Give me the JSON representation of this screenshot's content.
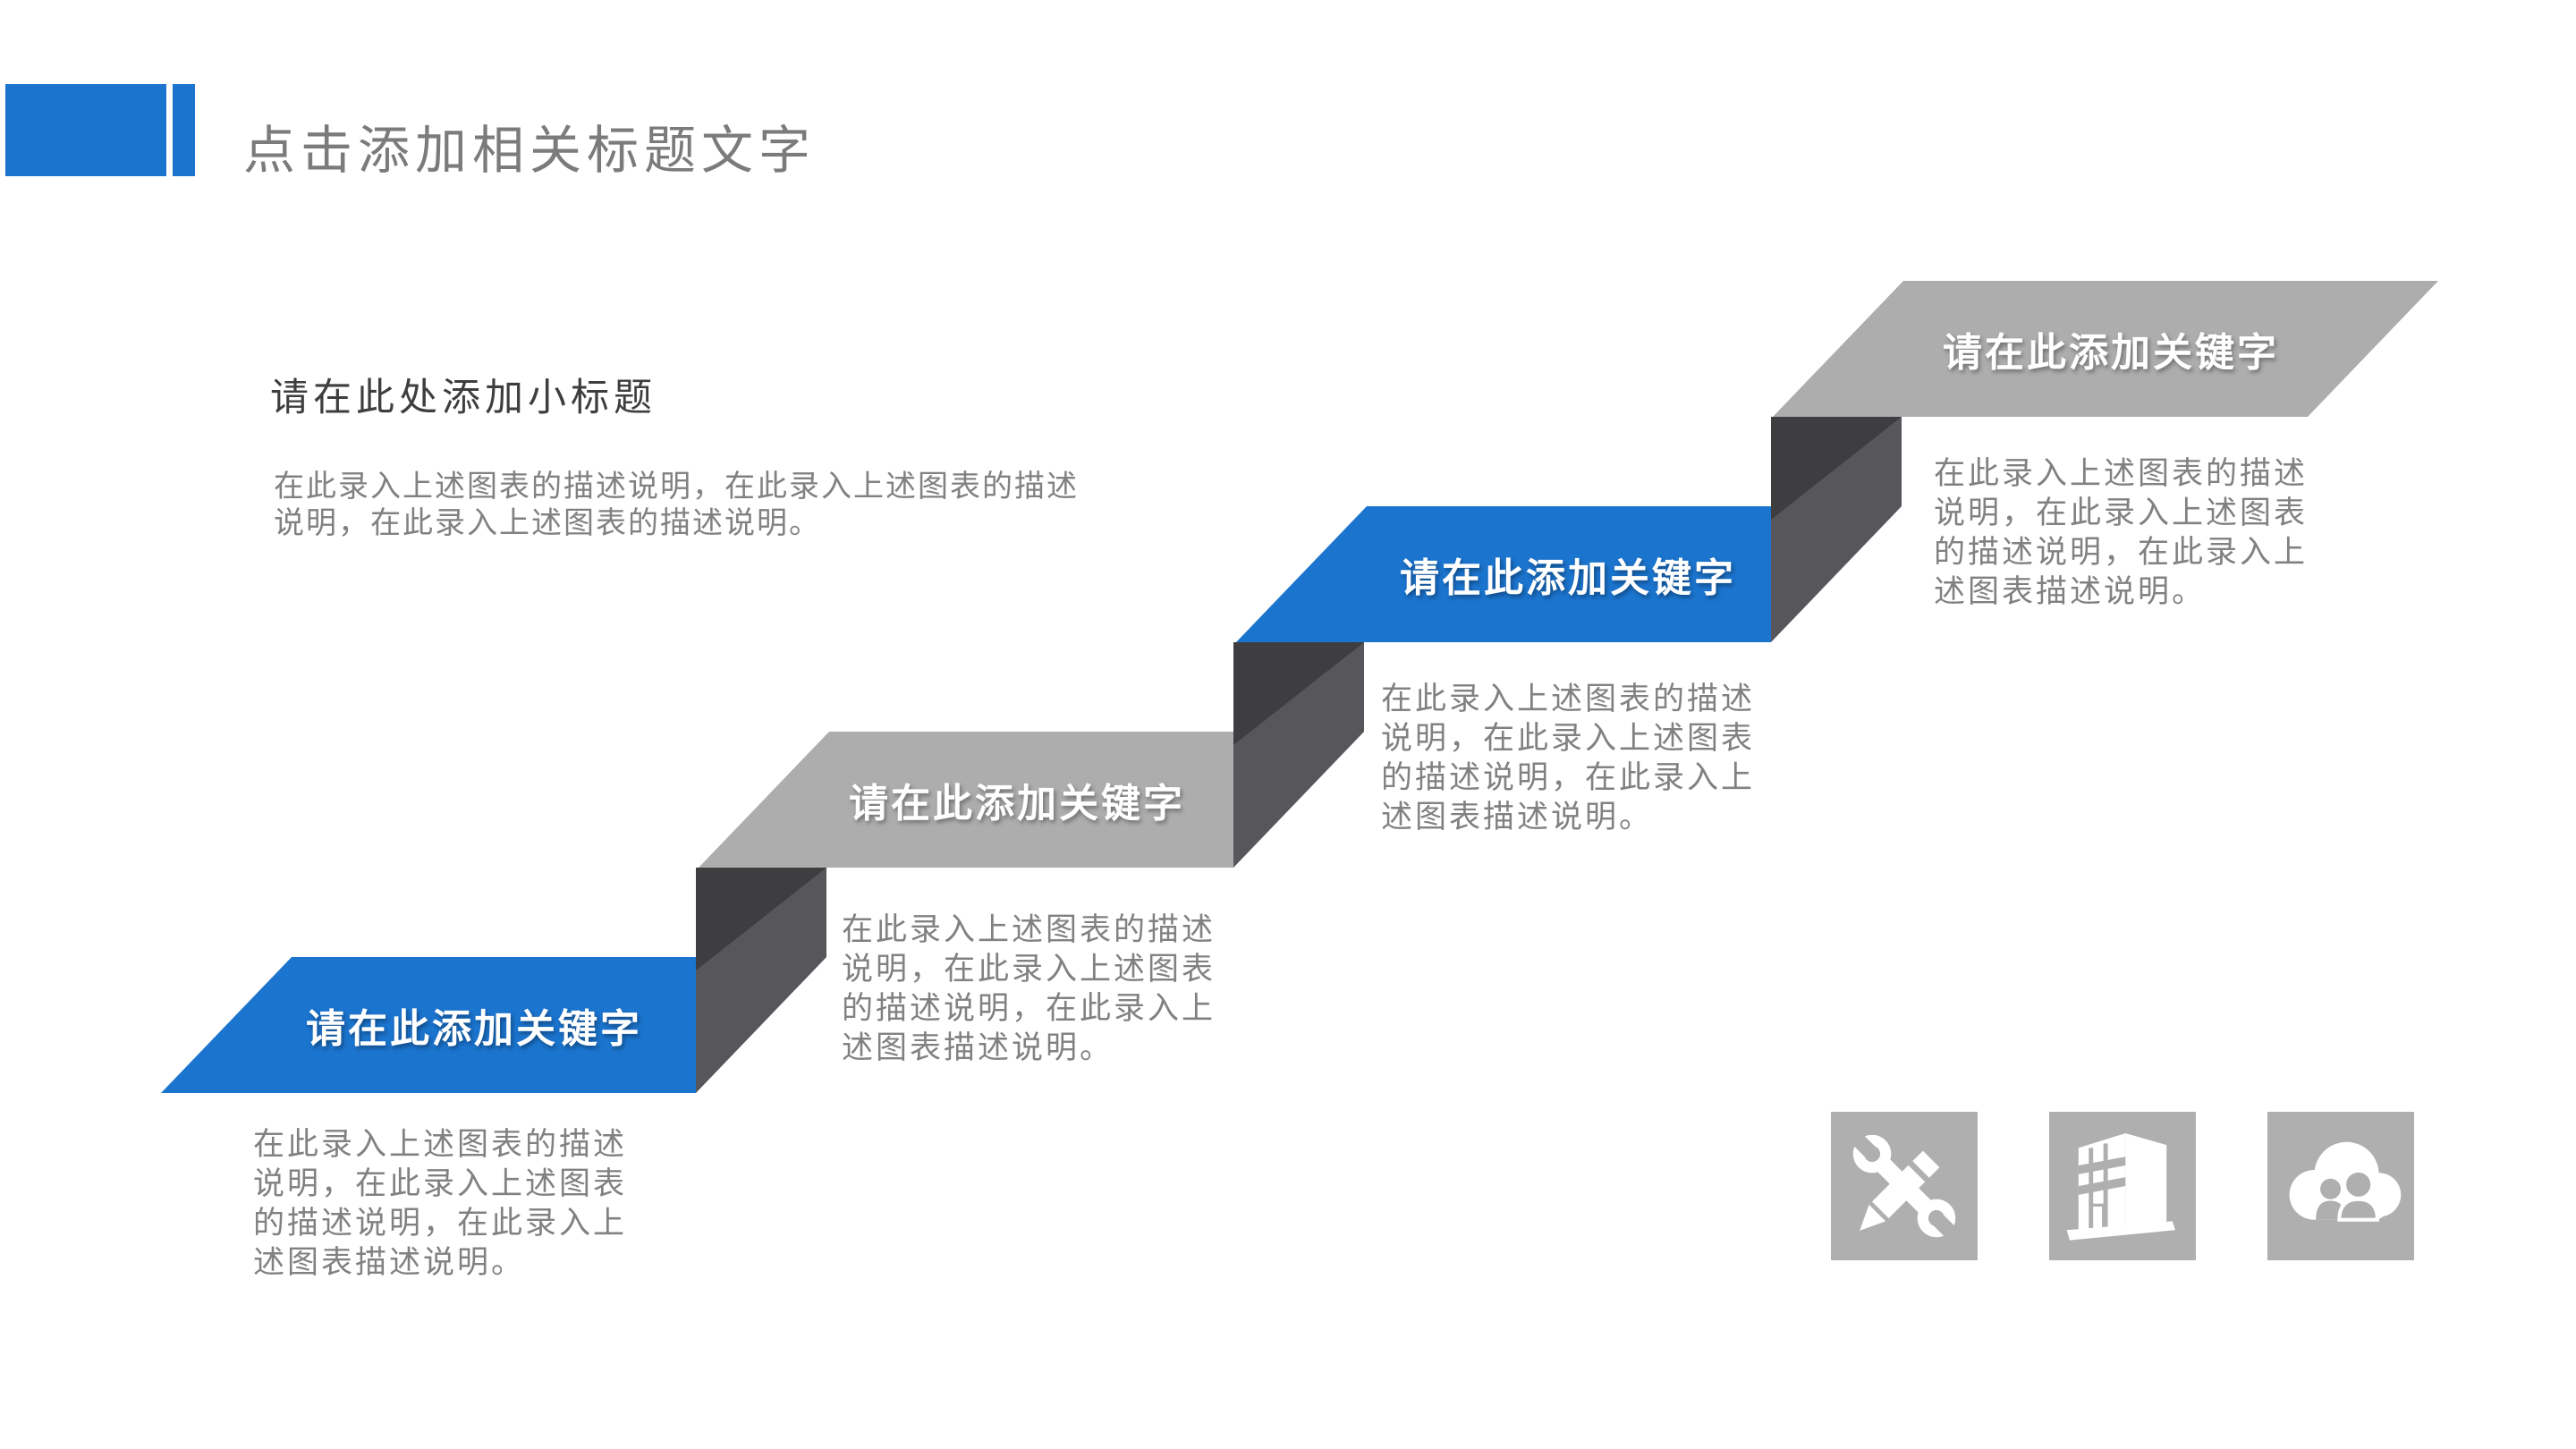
{
  "header": {
    "title": "点击添加相关标题文字"
  },
  "intro": {
    "subtitle": "请在此处添加小标题",
    "description": "在此录入上述图表的描述说明，在此录入上述图表的描述\n说明，在此录入上述图表的描述说明。"
  },
  "steps": [
    {
      "keyword": "请在此添加关键字",
      "tone": "blue",
      "description": "在此录入上述图表的描述\n说明，在此录入上述图表\n的描述说明，在此录入上\n述图表描述说明。"
    },
    {
      "keyword": "请在此添加关键字",
      "tone": "gray",
      "description": "在此录入上述图表的描述\n说明，在此录入上述图表\n的描述说明，在此录入上\n述图表描述说明。"
    },
    {
      "keyword": "请在此添加关键字",
      "tone": "blue",
      "description": "在此录入上述图表的描述\n说明，在此录入上述图表\n的描述说明，在此录入上\n述图表描述说明。"
    },
    {
      "keyword": "请在此添加关键字",
      "tone": "gray",
      "description": "在此录入上述图表的描述\n说明，在此录入上述图表\n的描述说明，在此录入上\n述图表描述说明。"
    }
  ],
  "icons": [
    {
      "name": "tools-icon"
    },
    {
      "name": "building-icon"
    },
    {
      "name": "cloud-people-icon"
    }
  ],
  "palette": {
    "accent_blue": "#1B74CE",
    "step_gray": "#ADADAD",
    "riser_dark": "#3E3E41",
    "riser_mid": "#57575B",
    "title_gray": "#7B7B7B",
    "subtitle_dark": "#3E3E3E",
    "body_gray": "#818181",
    "icon_bg": "#AFAFAF",
    "keyword_text": "#FFFFFF"
  }
}
